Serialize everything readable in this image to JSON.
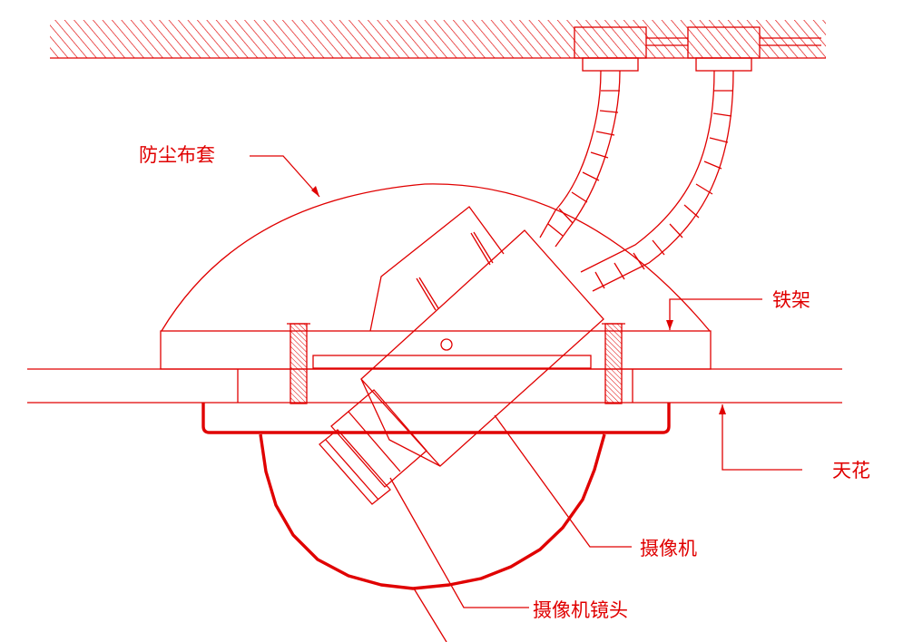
{
  "colors": {
    "stroke": "#e00000",
    "background": "#ffffff"
  },
  "labels": {
    "dust_cover": "防尘布套",
    "iron_frame": "铁架",
    "ceiling": "天花",
    "camera": "摄像机",
    "camera_lens": "摄像机镜头"
  }
}
